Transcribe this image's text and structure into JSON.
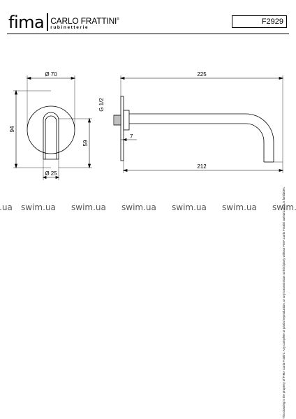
{
  "header": {
    "brand_main": "fima",
    "brand_name": "CARLO FRATTINI",
    "brand_mark": "®",
    "brand_sub": "rubinetterie",
    "product_code": "F2929"
  },
  "front_view": {
    "dims": {
      "plate_diameter": "Ø 70",
      "height": "94",
      "spout_height": "59",
      "spout_diameter": "Ø 25"
    }
  },
  "side_view": {
    "dims": {
      "total_length": "225",
      "thread": "G 1/2",
      "plate_thickness": "7",
      "reach": "212"
    }
  },
  "watermark": {
    "text": "swim.ua",
    "items": [
      "swim.ua",
      "swim.ua",
      "swim.ua",
      "swim.ua",
      "swim.ua",
      "swim.ua",
      "swim.ua"
    ]
  },
  "footer_note": "This drawing is the property of FIMA Carlo Frattini. Any complete or partial reproduction, or any transmission to third party without FIMA Carlo Frattini authorization is forbidden."
}
